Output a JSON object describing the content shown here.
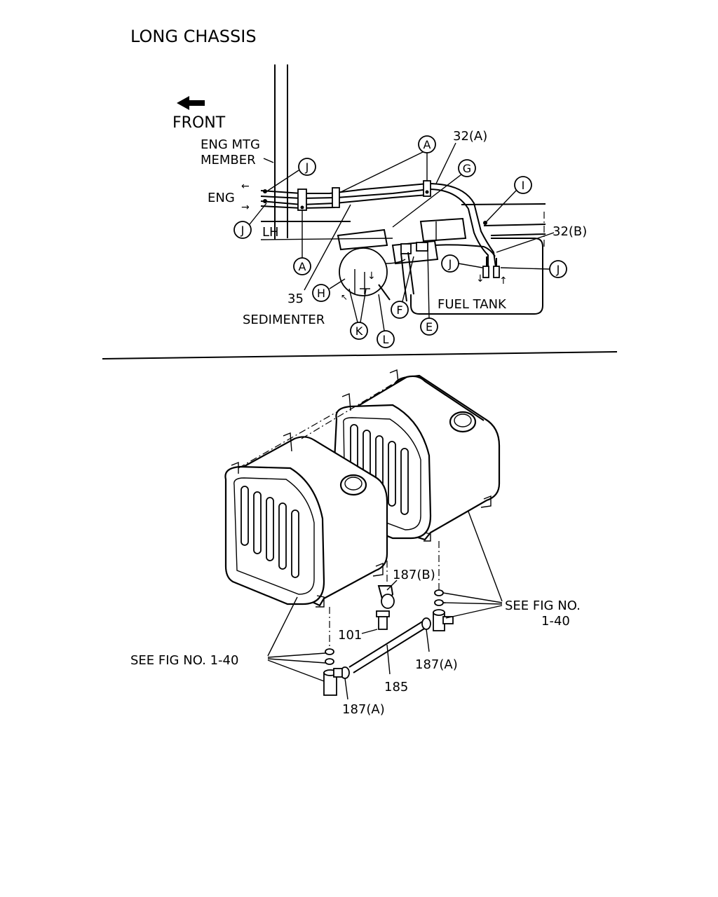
{
  "title": "LONG CHASSIS",
  "top_view": {
    "front_label": "FRONT",
    "eng_mtg_member_line1": "ENG MTG",
    "eng_mtg_member_line2": "MEMBER",
    "eng_label": "ENG",
    "lh_label": "LH",
    "sedimenter_label": "SEDIMENTER",
    "fuel_tank_label": "FUEL TANK",
    "part_32a": "32(A)",
    "part_32b": "32(B)",
    "part_35": "35",
    "callouts": {
      "a": "A",
      "g": "G",
      "i": "I",
      "j": "J",
      "h": "H",
      "k": "K",
      "l": "L",
      "f": "F",
      "e": "E"
    }
  },
  "bottom_view": {
    "ref_right_line1": "SEE  FIG  NO.",
    "ref_right_line2": "1-40",
    "ref_left": "SEE  FIG  NO.  1-40",
    "part_187b": "187(B)",
    "part_101": "101",
    "part_187a": "187(A)",
    "part_185": "185"
  }
}
